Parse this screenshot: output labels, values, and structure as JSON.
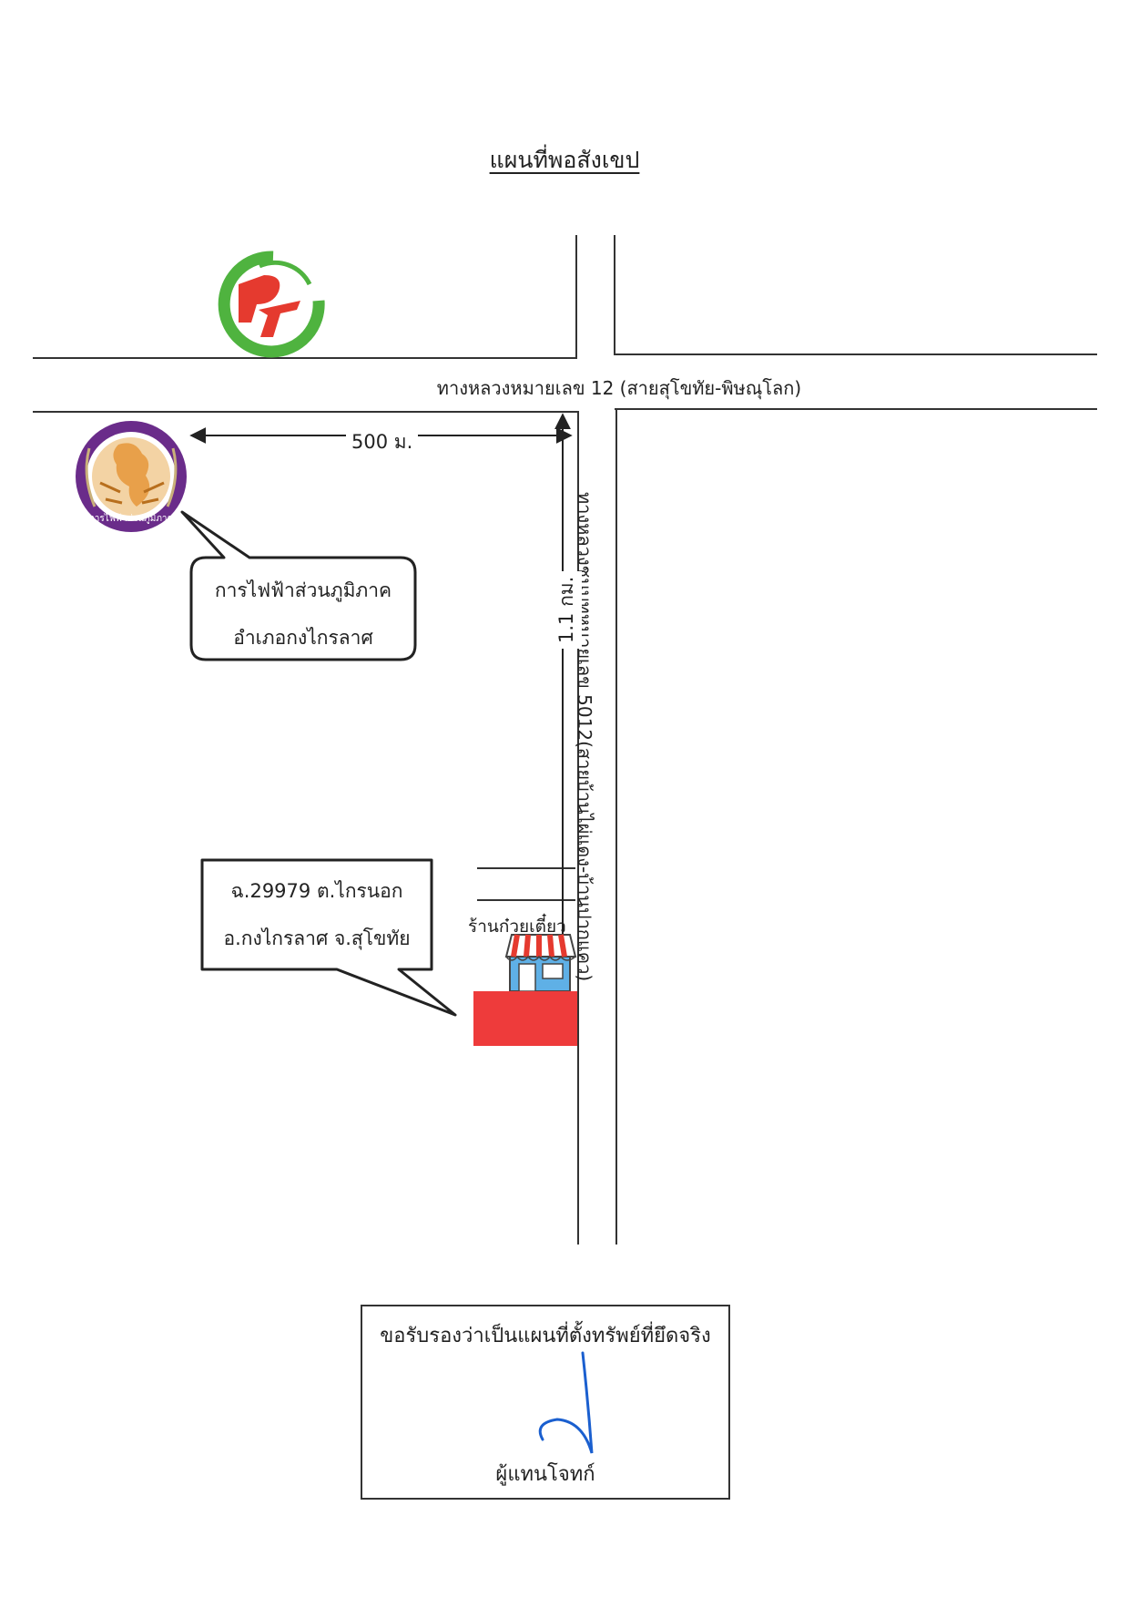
{
  "title": "แผนที่พอสังเขป",
  "roads": {
    "main_road": "ทางหลวงหมายเลข 12 (สายสุโขทัย-พิษณุโลก)",
    "side_road": "ทางหลวงชนบทหมายเลข 5012(สายบ้านไผ่แดง-บ้านปากแคว)"
  },
  "distances": {
    "horizontal": "500 ม.",
    "vertical": "1.1 กม."
  },
  "landmarks": {
    "pea_office": {
      "line1": "การไฟฟ้าส่วนภูมิภาค",
      "line2": "อำเภอกงไกรลาศ",
      "logo_text": "การไฟฟ้าส่วนภูมิภาค"
    },
    "shop": "ร้านก๋วยเตี๋ยว",
    "property": {
      "line1": "ฉ.29979 ต.ไกรนอก",
      "line2": "อ.กงไกรลาศ จ.สุโขทัย"
    },
    "gas_logo": "PT"
  },
  "certification": {
    "text": "ขอรับรองว่าเป็นแผนที่ตั้งทรัพย์ที่ยึดจริง",
    "signer": "ผู้แทนโจทก์"
  },
  "colors": {
    "property_marker": "#ee3b3b",
    "pt_green": "#4fb33f",
    "pt_red": "#e53a2f",
    "pea_purple": "#6a2c8a",
    "pea_orange": "#e8a04a",
    "signature": "#1a5fcf"
  },
  "icons": {
    "gas_station": "pt-logo-icon",
    "pea": "pea-logo-icon",
    "shop": "shop-icon"
  }
}
